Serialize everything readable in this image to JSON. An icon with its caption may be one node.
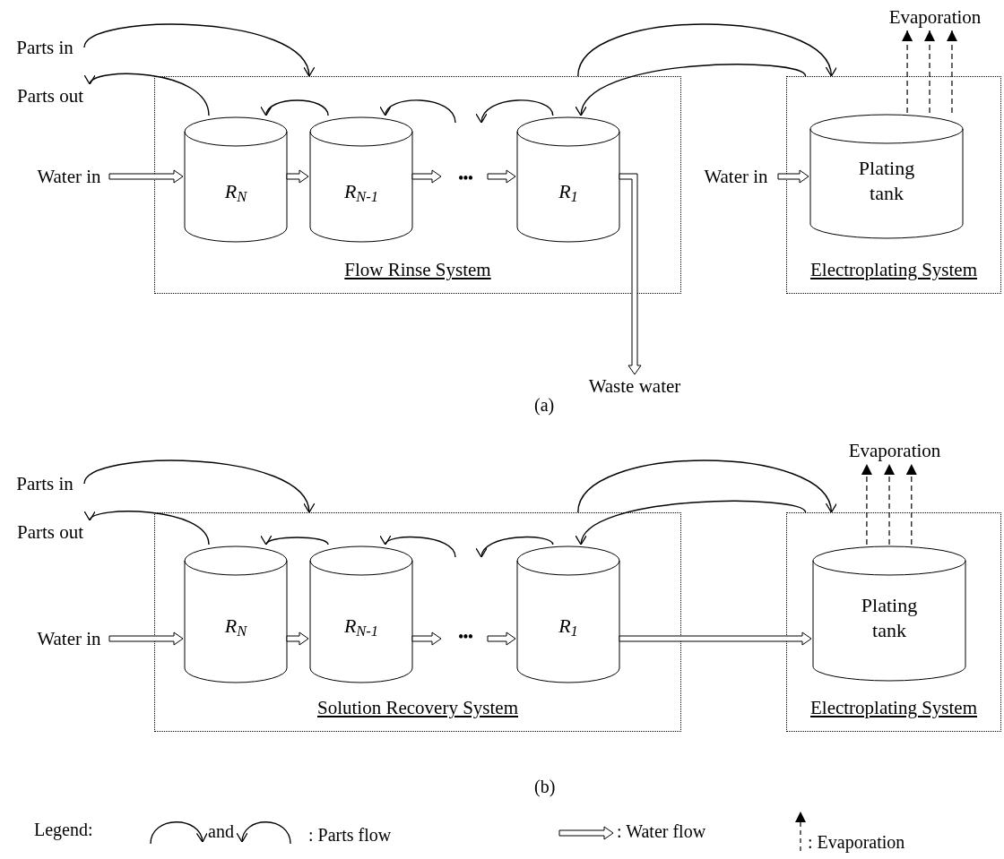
{
  "diagram": {
    "nodes": [
      {
        "text": [
          "Flow Rinse System"
        ]
      },
      {
        "text": [
          "Electroplating System"
        ]
      },
      {
        "text": [
          "Parts in"
        ]
      },
      {
        "text": [
          "Parts out"
        ]
      },
      {
        "text": [
          "Water in"
        ]
      },
      {
        "text": [
          "R$_{N}$"
        ],
        "in": 0
      },
      {
        "text": [
          "R$_{N-1}$"
        ],
        "in": 0
      },
      {
        "text": [
          "•••"
        ],
        "in": 0
      },
      {
        "text": [
          "R$_{1}$"
        ],
        "in": 0
      },
      {
        "text": [
          "Water in"
        ]
      },
      {
        "text": [
          "Plating tank"
        ],
        "in": 1
      },
      {
        "text": [
          "Waste water"
        ]
      },
      {
        "text": [
          "Evaporation"
        ]
      },
      {
        "text": [
          "Solution Recovery System"
        ]
      },
      {
        "text": [
          "Electroplating System"
        ]
      },
      {
        "text": [
          "Parts in"
        ]
      },
      {
        "text": [
          "Parts out"
        ]
      },
      {
        "text": [
          "Water in"
        ]
      },
      {
        "text": [
          "R$_{N}$"
        ],
        "in": 13
      },
      {
        "text": [
          "R$_{N-1}$"
        ],
        "in": 13
      },
      {
        "text": [
          "•••"
        ],
        "in": 13
      },
      {
        "text": [
          "R$_{1}$"
        ],
        "in": 13
      },
      {
        "text": [
          "Plating tank"
        ],
        "in": 14
      },
      {
        "text": [
          "Evaporation"
        ]
      }
    ],
    "edges": [
      {
        "from": 2,
        "to": 0,
        "arrow": "to"
      },
      {
        "from": 0,
        "to": 1,
        "arrow": "to"
      },
      {
        "from": 1,
        "to": 8,
        "arrow": "to"
      },
      {
        "from": 8,
        "to": null,
        "arrow": "to"
      },
      {
        "from": null,
        "to": 6,
        "arrow": "to"
      },
      {
        "from": 6,
        "to": 5,
        "arrow": "to"
      },
      {
        "from": 5,
        "to": 3,
        "arrow": "to"
      },
      {
        "from": 4,
        "to": 5,
        "arrow": "to",
        "style": "thick"
      },
      {
        "from": 5,
        "to": 6,
        "arrow": "to",
        "style": "thick"
      },
      {
        "from": 6,
        "to": 7,
        "arrow": "to",
        "style": "thick"
      },
      {
        "from": 7,
        "to": 8,
        "arrow": "to",
        "style": "thick"
      },
      {
        "from": 8,
        "to": 11,
        "arrow": "to",
        "style": "thick"
      },
      {
        "from": 9,
        "to": 10,
        "arrow": "to",
        "style": "thick"
      },
      {
        "from": 10,
        "to": 12,
        "arrow": "to",
        "style": "dashed"
      },
      {
        "from": 10,
        "to": 12,
        "arrow": "to",
        "style": "dashed"
      },
      {
        "from": 10,
        "to": 12,
        "arrow": "to",
        "style": "dashed"
      },
      {
        "from": 15,
        "to": 13,
        "arrow": "to"
      },
      {
        "from": 13,
        "to": 14,
        "arrow": "to"
      },
      {
        "from": 14,
        "to": 21,
        "arrow": "to"
      },
      {
        "from": 21,
        "to": null,
        "arrow": "to"
      },
      {
        "from": null,
        "to": 19,
        "arrow": "to"
      },
      {
        "from": 19,
        "to": 18,
        "arrow": "to"
      },
      {
        "from": 18,
        "to": 16,
        "arrow": "to"
      },
      {
        "from": 17,
        "to": 18,
        "arrow": "to",
        "style": "thick"
      },
      {
        "from": 18,
        "to": 19,
        "arrow": "to",
        "style": "thick"
      },
      {
        "from": 19,
        "to": 20,
        "arrow": "to",
        "style": "thick"
      },
      {
        "from": 20,
        "to": 21,
        "arrow": "to",
        "style": "thick"
      },
      {
        "from": 21,
        "to": 22,
        "arrow": "to",
        "style": "thick"
      },
      {
        "from": 22,
        "to": 23,
        "arrow": "to",
        "style": "dashed"
      },
      {
        "from": 22,
        "to": 23,
        "arrow": "to",
        "style": "dashed"
      },
      {
        "from": 22,
        "to": 23,
        "arrow": "to",
        "style": "dashed"
      }
    ],
    "labels": [
      "(a)",
      "(b)",
      "Legend:",
      "and"
    ],
    "legend": [
      {
        "text": ": Parts flow"
      },
      {
        "text": ": Water flow"
      },
      {
        "text": ": Evaporation"
      }
    ]
  }
}
